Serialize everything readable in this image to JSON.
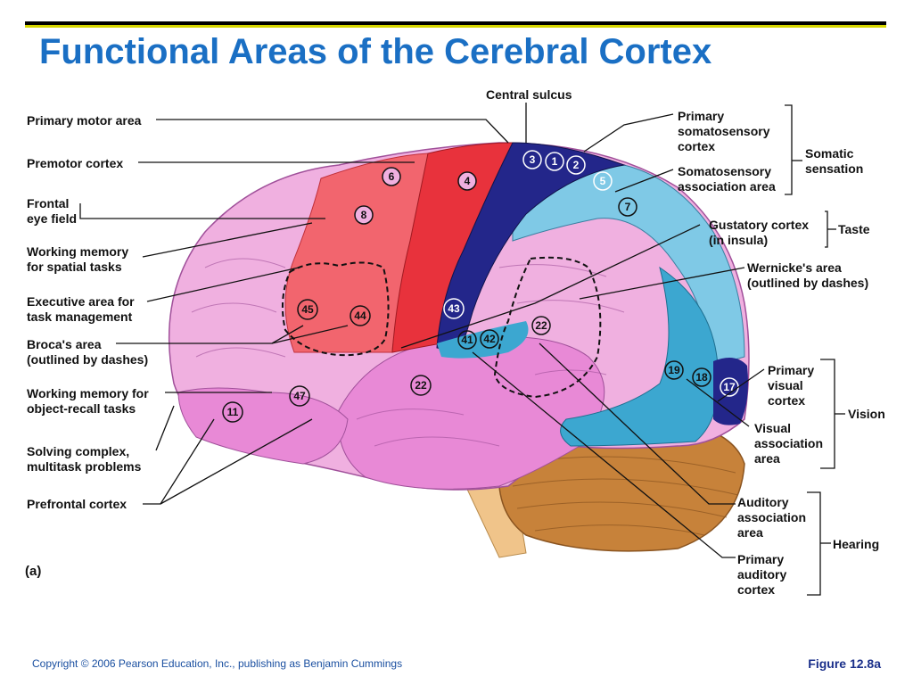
{
  "title": "Functional Areas of the Cerebral Cortex",
  "labels": {
    "central_sulcus": "Central sulcus",
    "primary_motor": "Primary motor area",
    "premotor": "Premotor cortex",
    "frontal_eye": "Frontal\neye field",
    "working_spatial": "Working memory\nfor spatial tasks",
    "executive": "Executive area for\ntask management",
    "broca": "Broca's area\n(outlined by dashes)",
    "working_object": "Working memory for\nobject-recall tasks",
    "solving": "Solving complex,\nmultitask problems",
    "prefrontal": "Prefrontal cortex",
    "primary_somatosensory": "Primary\nsomatosensory\ncortex",
    "somatosensory_assoc": "Somatosensory\nassociation area",
    "somatic_sensation": "Somatic\nsensation",
    "gustatory": "Gustatory cortex\n(in insula)",
    "taste": "Taste",
    "wernicke": "Wernicke's area\n(outlined by dashes)",
    "primary_visual": "Primary\nvisual\ncortex",
    "visual_assoc": "Visual\nassociation\narea",
    "vision": "Vision",
    "auditory_assoc": "Auditory\nassociation\narea",
    "primary_auditory": "Primary\nauditory\ncortex",
    "hearing": "Hearing"
  },
  "areas": [
    "1",
    "2",
    "3",
    "4",
    "5",
    "6",
    "7",
    "8",
    "11",
    "17",
    "18",
    "19",
    "22",
    "22",
    "41",
    "42",
    "43",
    "44",
    "45",
    "47"
  ],
  "panel_label": "(a)",
  "copyright": "Copyright © 2006 Pearson Education, Inc., publishing as Benjamin Cummings",
  "figure_label": "Figure 12.8a",
  "colors": {
    "title": "#1a6fc4",
    "motor": "#e8323c",
    "premotor": "#f2656e",
    "somatosensory": "#23268a",
    "assoc_sensory": "#7fc9e6",
    "visual_assoc": "#3ca7d0",
    "frontal": "#f0b0e0",
    "temporal": "#e889d6",
    "cerebellum": "#c7823a"
  }
}
